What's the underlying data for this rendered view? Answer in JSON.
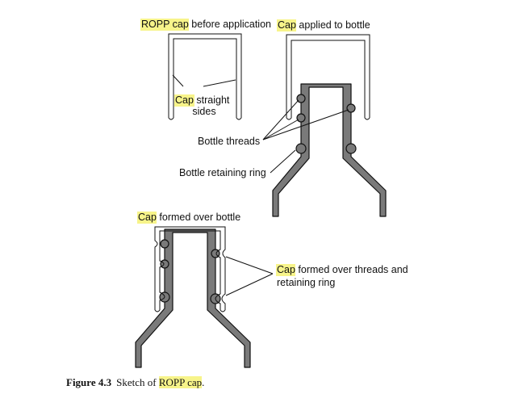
{
  "labels": {
    "cap_before": {
      "highlight": "ROPP cap",
      "rest": " before application"
    },
    "cap_applied": {
      "highlight": "Cap",
      "rest": " applied to bottle"
    },
    "cap_straight": {
      "highlight": "Cap",
      "rest": " straight",
      "line2": "sides"
    },
    "bottle_threads": "Bottle threads",
    "bottle_ring": "Bottle retaining ring",
    "cap_formed": {
      "highlight": "Cap",
      "rest": " formed over bottle"
    },
    "cap_formed_threads": {
      "highlight": "Cap",
      "rest": " formed over threads and",
      "line2": "retaining ring"
    }
  },
  "caption": {
    "label": "Figure 4.3",
    "text_before": "Sketch of ",
    "highlight": "ROPP cap",
    "text_after": "."
  },
  "colors": {
    "highlight": "#f7f48a",
    "glass": "#7a7a7a",
    "ink": "#111111"
  }
}
